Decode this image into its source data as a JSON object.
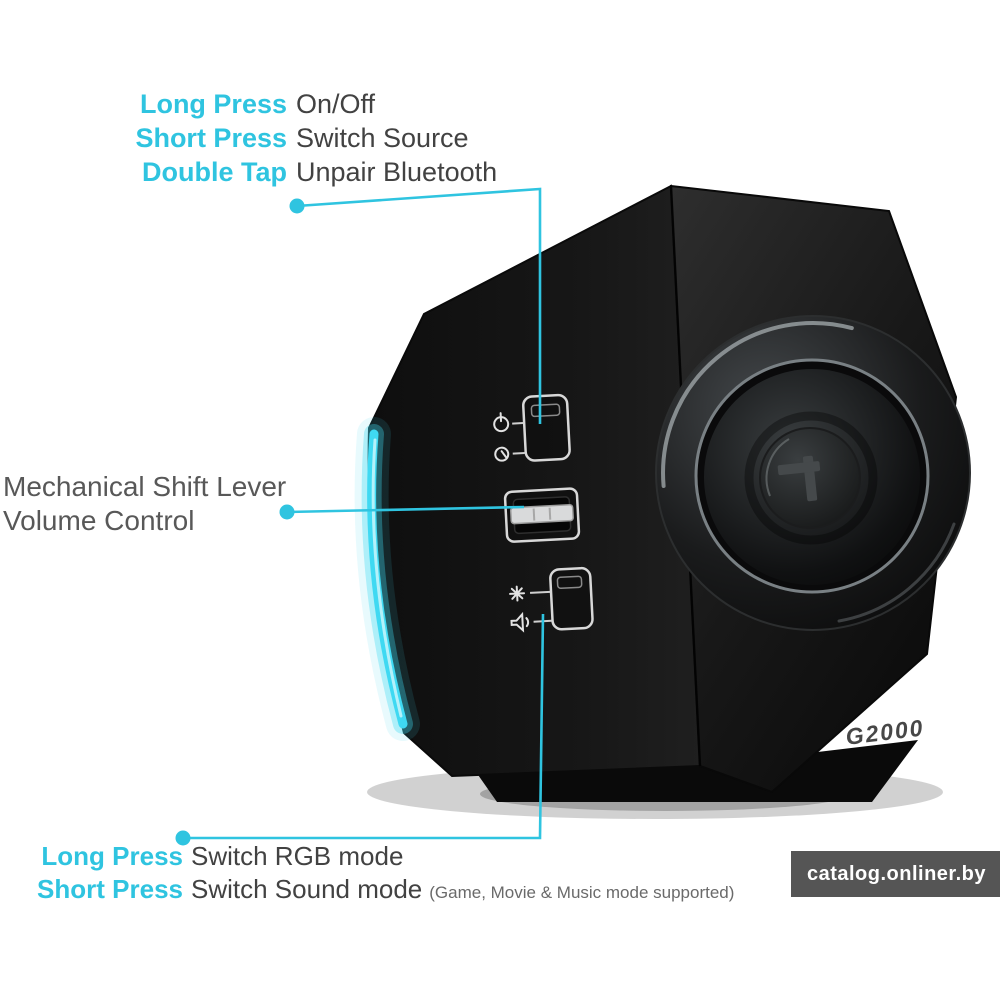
{
  "colors": {
    "accent": "#2fc4e0",
    "led": "#3fd9f2",
    "body": "#141414",
    "text": "#424242"
  },
  "annotations": {
    "power_control": {
      "rows": [
        {
          "action": "Long Press",
          "result": "On/Off"
        },
        {
          "action": "Short Press",
          "result": "Switch Source"
        },
        {
          "action": "Double Tap",
          "result": "Unpair Bluetooth"
        }
      ]
    },
    "volume_control": {
      "line1": "Mechanical Shift Lever",
      "line2": "Volume Control"
    },
    "mode_control": {
      "rows": [
        {
          "action": "Long Press",
          "result": "Switch RGB mode"
        },
        {
          "action": "Short Press",
          "result": "Switch Sound mode",
          "note": "(Game, Movie & Music mode supported)"
        }
      ]
    }
  },
  "product": {
    "model": "G2000"
  },
  "watermark": {
    "text": "catalog.onliner.by"
  }
}
